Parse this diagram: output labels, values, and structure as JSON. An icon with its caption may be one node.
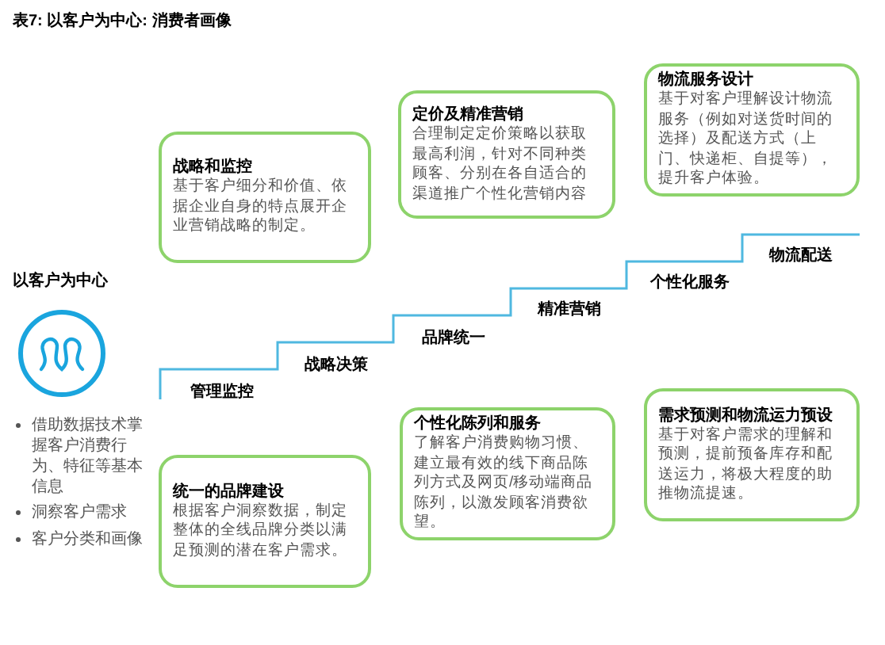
{
  "diagram": {
    "title": "表7: 以客户为中心: 消费者画像",
    "nodes": [
      {
        "text": [
          "战略和监控",
          "基于客户细分和价值、依据企业自身的特点展开企业营销战略的制定。"
        ]
      },
      {
        "text": [
          "定价及精准营销",
          "合理制定定价策略以获取最高利润，针对不同种类顾客、分别在各自适合的渠道推广个性化营销内容"
        ]
      },
      {
        "text": [
          "物流服务设计",
          "基于对客户理解设计物流服务（例如对送货时间的选择）及配送方式（上门、快递柜、自提等），提升客户体验。"
        ]
      },
      {
        "text": [
          "统一的品牌建设",
          "根据客户洞察数据，制定整体的全线品牌分类以满足预测的潜在客户需求。"
        ]
      },
      {
        "text": [
          "个性化陈列和服务",
          "了解客户消费购物习惯、建立最有效的线下商品陈列方式及网页/移动端商品陈列，以激发顾客消费欲望。"
        ]
      },
      {
        "text": [
          "需求预测和物流运力预设",
          "基于对客户需求的理解和预测，提前预备库存和配送运力，将极大程度的助推物流提速。"
        ]
      }
    ],
    "labels": [
      "以客户为中心",
      "借助数据技术掌握客户消费行为、特征等基本信息",
      "洞察客户需求",
      "客户分类和画像",
      "管理监控",
      "战略决策",
      "品牌统一",
      "精准营销",
      "个性化服务",
      "物流配送"
    ]
  }
}
